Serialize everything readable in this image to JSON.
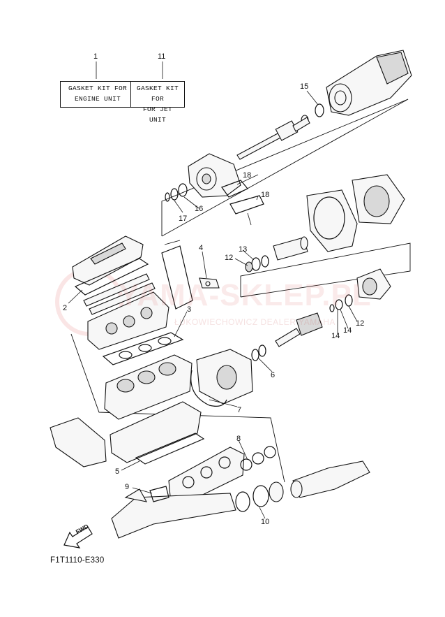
{
  "kits": [
    {
      "number": "1",
      "line1": "GASKET KIT FOR",
      "line2": "ENGINE UNIT"
    },
    {
      "number": "11",
      "line1": "GASKET KIT FOR",
      "line2": "FOR JET UNIT"
    }
  ],
  "callouts": [
    "2",
    "3",
    "4",
    "5",
    "6",
    "7",
    "8",
    "9",
    "10",
    "12",
    "12",
    "13",
    "14",
    "14",
    "15",
    "16",
    "17",
    "18",
    "18"
  ],
  "direction_label": "FWD",
  "watermark": {
    "main": "YAMA-SKLEP.PL",
    "sub": "ŁUKOWIECHOWICZ DEALER YAMAHA"
  },
  "diagram_code": "F1T1110-E330"
}
